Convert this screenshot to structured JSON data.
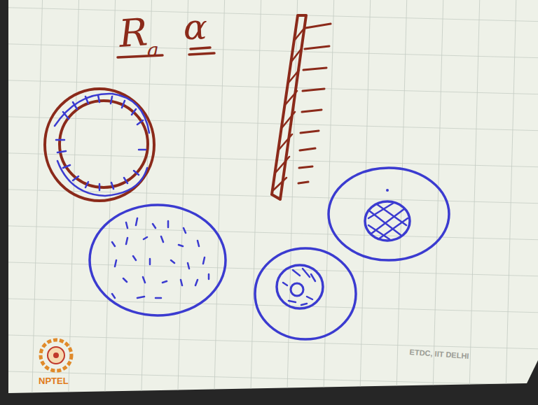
{
  "diagram": {
    "labels": [
      "R",
      "a",
      "α",
      "NPTEL",
      "ETDC, IIT DELHI"
    ]
  }
}
